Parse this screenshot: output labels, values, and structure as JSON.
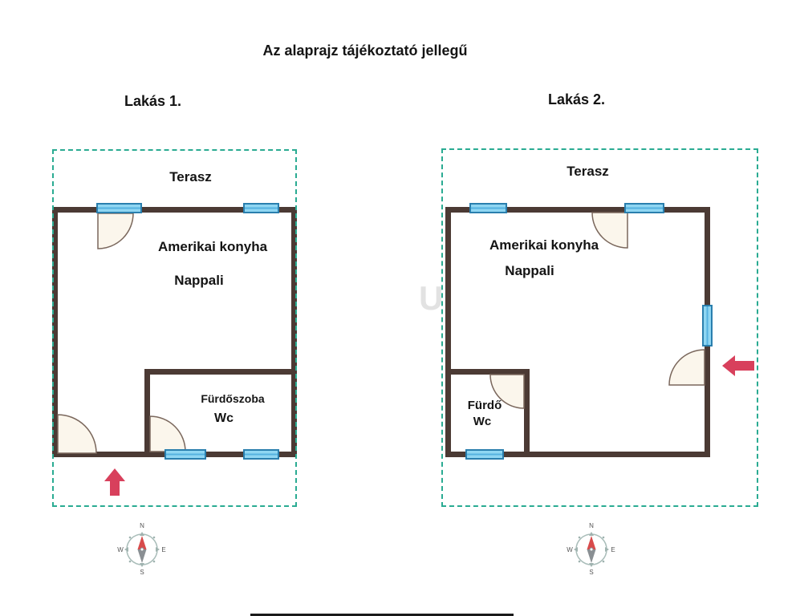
{
  "title": "Az alaprajz tájékoztató jellegű",
  "watermark": "U",
  "plan1": {
    "label": "Lakás 1.",
    "terrace_label": "Terasz",
    "room_labels": {
      "living1": "Amerikai konyha",
      "living2": "Nappali",
      "bath1": "Fürdőszoba",
      "bath2": "Wc"
    }
  },
  "plan2": {
    "label": "Lakás 2.",
    "terrace_label": "Terasz",
    "room_labels": {
      "living1": "Amerikai konyha",
      "living2": "Nappali",
      "bath1": "Fürdő",
      "bath2": "Wc"
    }
  },
  "compass": {
    "north": "N",
    "south": "S",
    "east": "E",
    "west": "W"
  },
  "colors": {
    "wall": "#4b3a34",
    "terrace_outline": "#2aab92",
    "window_fill": "#8fd6f2",
    "window_border": "#2a7fae",
    "arrow": "#d8405c",
    "door_fill": "#fbf6ec",
    "compass_needle_north": "#d84b4b",
    "compass_needle_south": "#8a8f93"
  }
}
